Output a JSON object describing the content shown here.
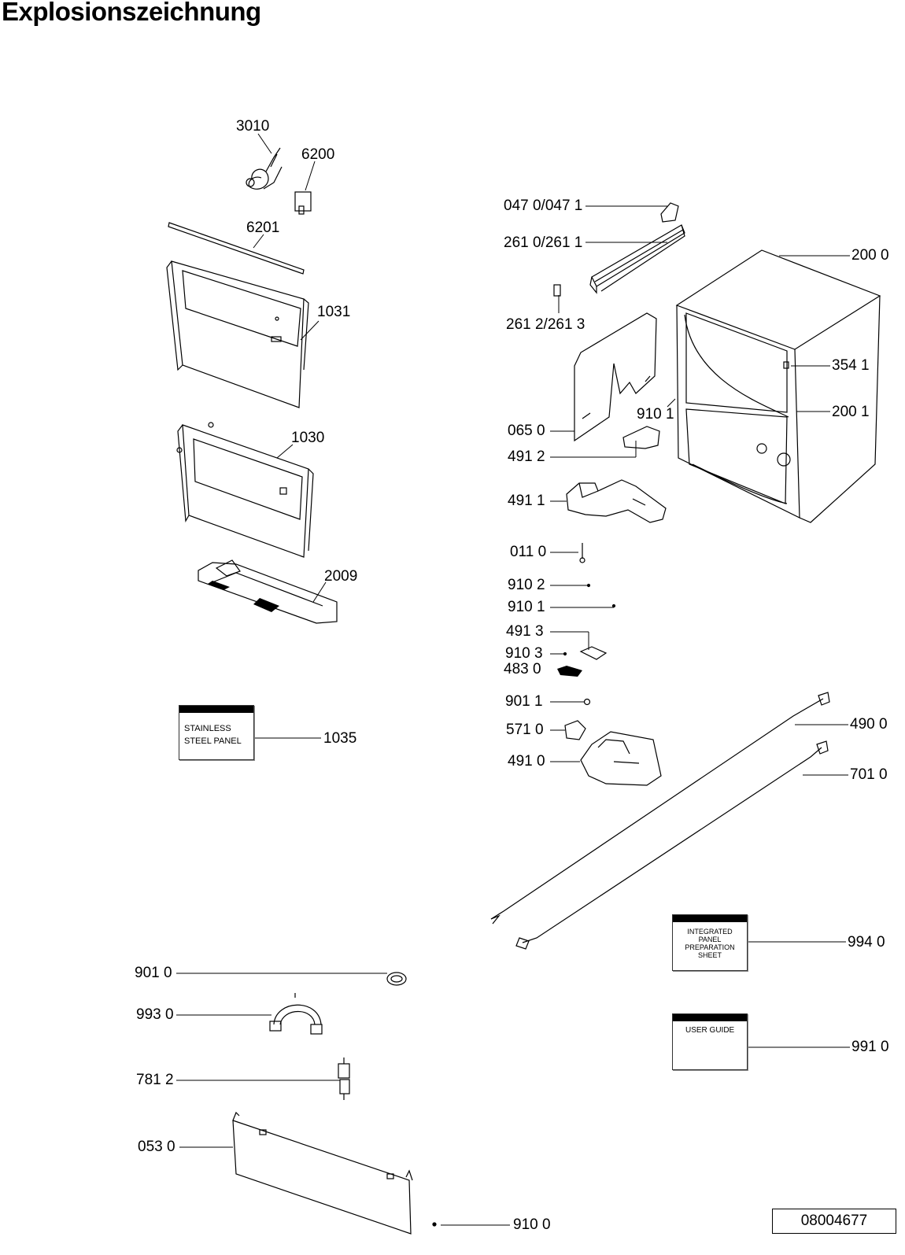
{
  "title": "Explosionszeichnung",
  "doc_number": "08004677",
  "labels": {
    "p3010": "3010",
    "p6200": "6200",
    "p6201": "6201",
    "p1031": "1031",
    "p1030": "1030",
    "p2009": "2009",
    "p1035": "1035",
    "p0470": "047 0/047 1",
    "p2610": "261 0/261 1",
    "p2612": "261 2/261 3",
    "p2000": "200 0",
    "p3541": "354 1",
    "p2001": "200 1",
    "p9101a": "910 1",
    "p0650": "065 0",
    "p4912": "491 2",
    "p4911": "491 1",
    "p0110": "011 0",
    "p9102": "910 2",
    "p9101b": "910 1",
    "p4913": "491 3",
    "p9103": "910 3",
    "p4830": "483 0",
    "p9011": "901 1",
    "p5710": "571 0",
    "p4910": "491 0",
    "p4900": "490 0",
    "p7010": "701 0",
    "p9940": "994 0",
    "p9910": "991 0",
    "p9010": "901 0",
    "p9930": "993 0",
    "p7812": "781 2",
    "p0530": "053 0",
    "p9100": "910 0"
  },
  "sheets": {
    "stainless": "STAINLESS STEEL PANEL",
    "integrated": "INTEGRATED PANEL PREPARATION SHEET",
    "guide": "USER GUIDE"
  }
}
